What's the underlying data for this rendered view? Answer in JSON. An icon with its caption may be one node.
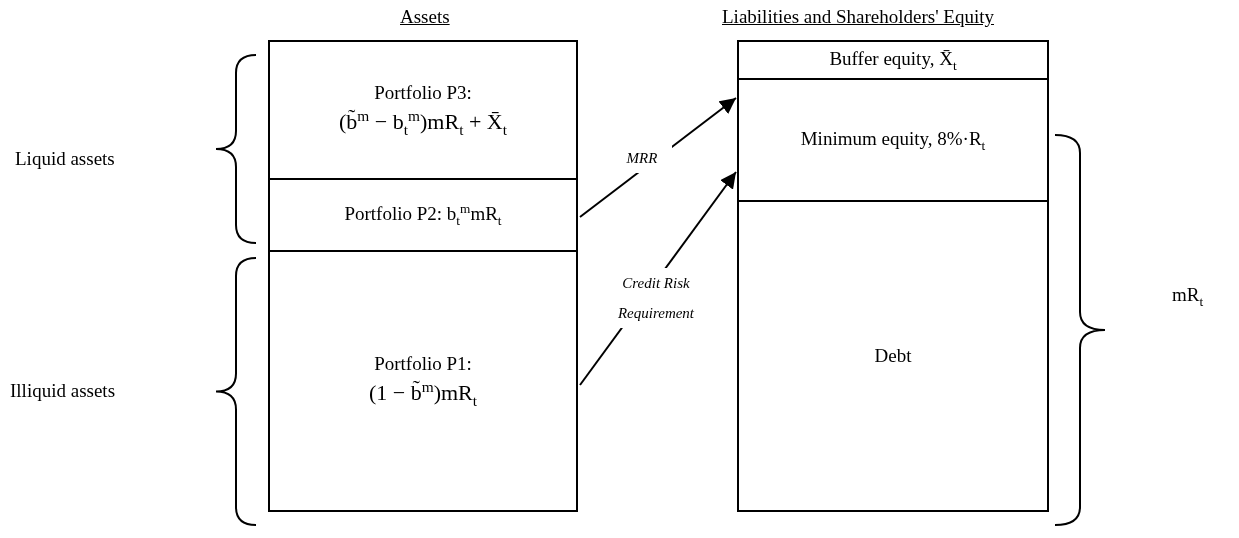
{
  "diagram": {
    "nodes": [
      {
        "text": [
          "Portfolio P3:",
          "(b̃$^{m}$ − b$_{t}$$^{m}$)mR$_{t}$ + X̄$_{t}$"
        ]
      },
      {
        "text": [
          "Portfolio P2: b$_{t}$$^{m}$mR$_{t}$"
        ]
      },
      {
        "text": [
          "Portfolio P1:",
          "(1 − b̃$^{m}$)mR$_{t}$"
        ]
      },
      {
        "text": [
          "Buffer equity, X̄$_{t}$"
        ]
      },
      {
        "text": [
          "Minimum equity, 8%·R$_{t}$"
        ]
      },
      {
        "text": [
          "Debt"
        ]
      }
    ],
    "edges": [
      {
        "from": 1,
        "to": 3,
        "arrow": "to",
        "label": "MRR"
      },
      {
        "from": 2,
        "to": 4,
        "arrow": "to",
        "label": "Credit Risk Requirement"
      }
    ],
    "labels": [
      "Assets",
      "Liabilities and Shareholders' Equity",
      "Liquid assets",
      "Illiquid assets",
      "mR$_{t}$"
    ]
  }
}
